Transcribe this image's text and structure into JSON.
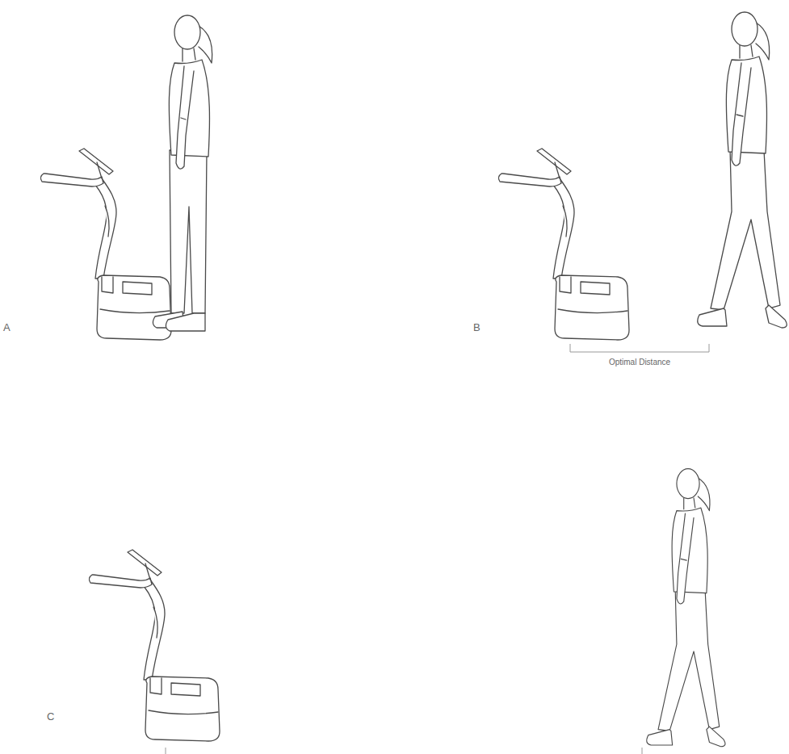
{
  "diagram": {
    "labels": [
      "A",
      "B",
      "Optimal Distance",
      "C"
    ]
  }
}
